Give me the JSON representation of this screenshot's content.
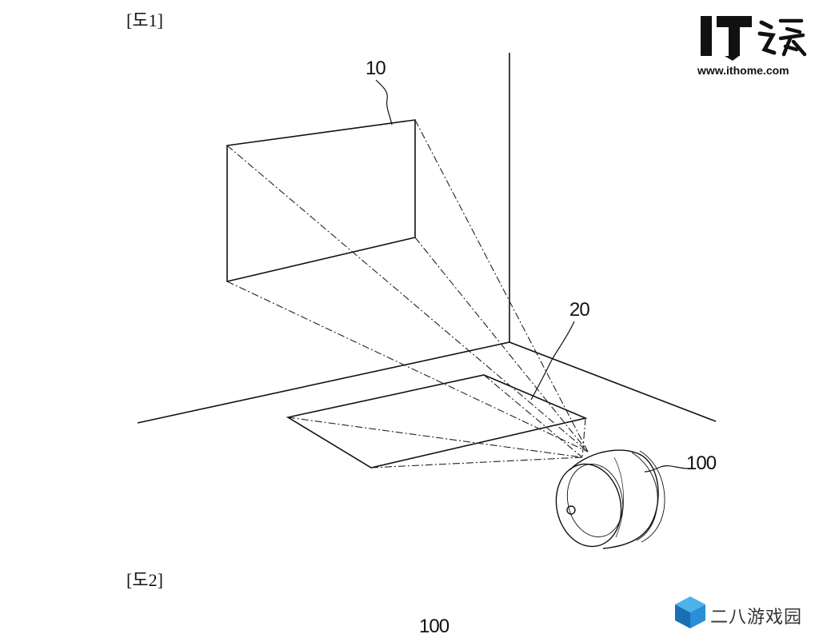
{
  "figures": {
    "fig1_label": "[도1]",
    "fig2_label": "[도2]"
  },
  "references": {
    "screen": "10",
    "floor_projection": "20",
    "device": "100",
    "device_fig2": "100"
  },
  "watermarks": {
    "ithome_url": "www.ithome.com",
    "site_cn": "二八游戏园"
  }
}
